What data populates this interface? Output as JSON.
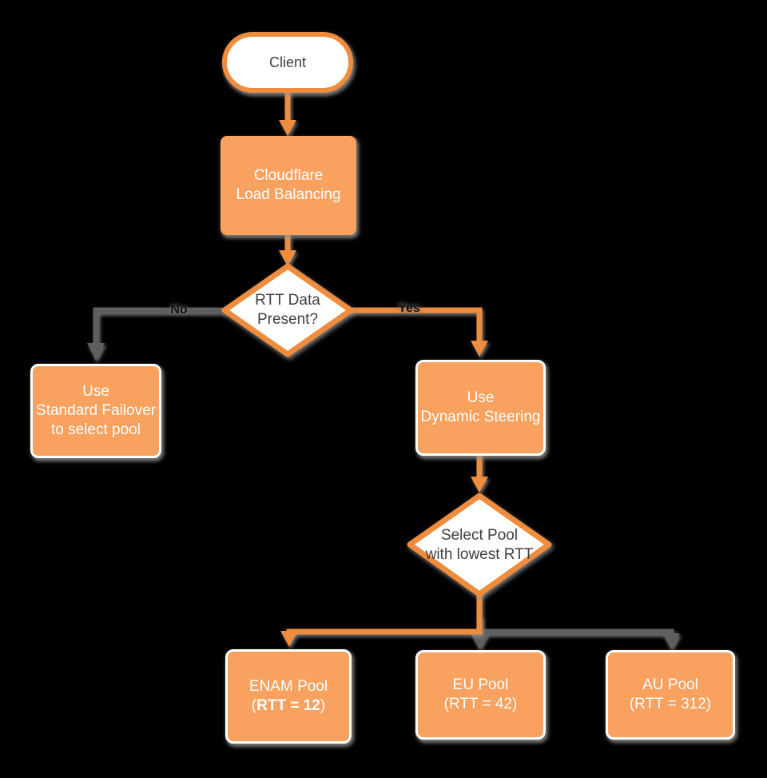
{
  "colors": {
    "background": "#000000",
    "node_fill_orange": "#F9A15E",
    "outline_orange": "#F08C3D",
    "connector_gray": "#5E5E5E",
    "text_dark": "#3F3F3F",
    "text_white": "#FFFFFF"
  },
  "nodes": {
    "client": {
      "label": "Client"
    },
    "load_balancing": {
      "line1": "Cloudflare",
      "line2": "Load Balancing"
    },
    "rtt_decision": {
      "line1": "RTT Data",
      "line2": "Present?"
    },
    "standard_failover": {
      "line1": "Use",
      "line2": "Standard Failover",
      "line3": "to select pool"
    },
    "dynamic_steering": {
      "line1": "Use",
      "line2": "Dynamic Steering"
    },
    "select_pool": {
      "line1": "Select Pool",
      "line2": "with lowest RTT"
    },
    "enam_pool": {
      "line1": "ENAM Pool",
      "line2_open": "(",
      "line2_bold": "RTT = 12",
      "line2_close": ")"
    },
    "eu_pool": {
      "line1": "EU Pool",
      "line2": "(RTT = 42)"
    },
    "au_pool": {
      "line1": "AU Pool",
      "line2": "(RTT = 312)"
    }
  },
  "edge_labels": {
    "no": "No",
    "yes": "Yes"
  }
}
